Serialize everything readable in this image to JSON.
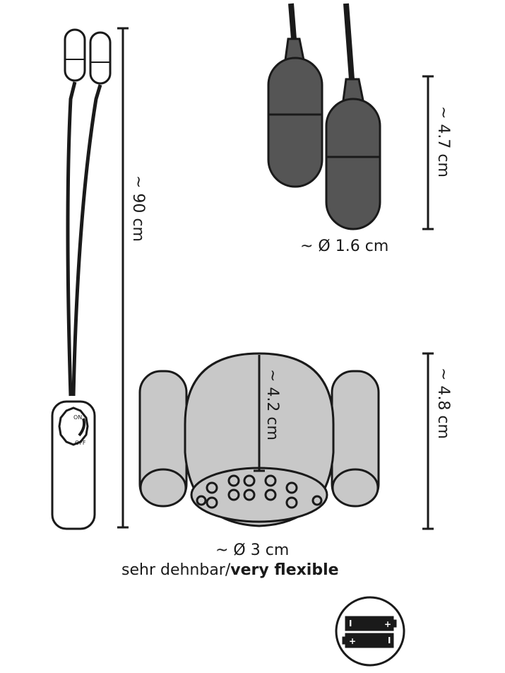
{
  "dimensions": {
    "cable_length": "~ 90 cm",
    "bullet_length": "~ 4.7 cm",
    "bullet_diameter": "~ Ø 1.6 cm",
    "sleeve_inner_depth": "~ 4.2 cm",
    "sleeve_height": "~ 4.8 cm",
    "sleeve_diameter": "~ Ø 3 cm",
    "flex_de": "sehr dehnbar/",
    "flex_en": "very flexible"
  },
  "remote": {
    "on_label": "ON",
    "off_label": "OFF"
  },
  "battery_icon": {
    "plus": "+",
    "minus": "I"
  },
  "colors": {
    "line": "#1a1a1a",
    "fill_dark": "#555555",
    "fill_light": "#c8c8c8"
  }
}
